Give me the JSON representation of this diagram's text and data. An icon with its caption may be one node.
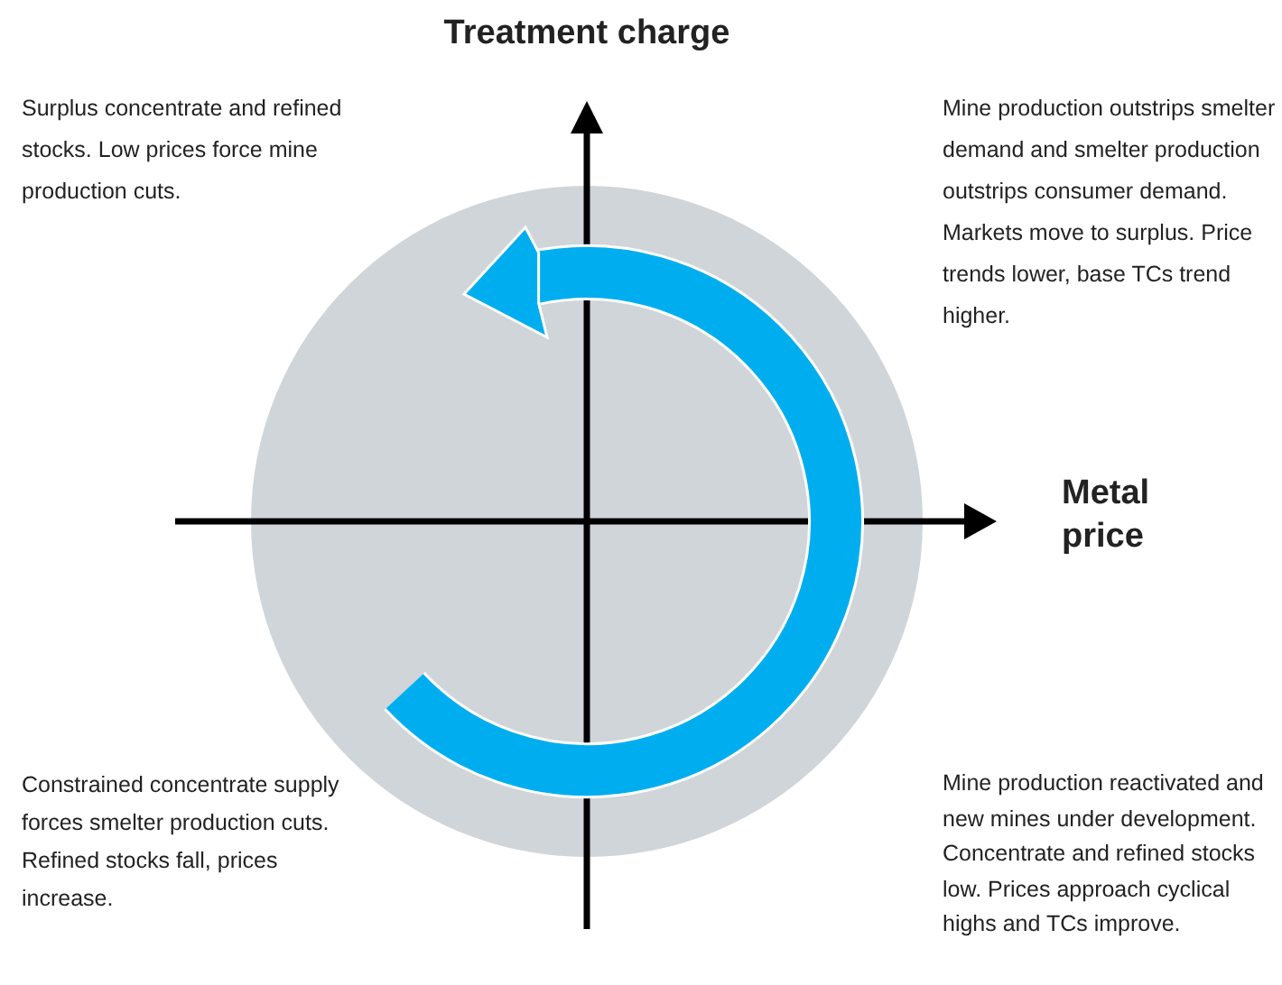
{
  "diagram": {
    "labels": [
      "Treatment charge",
      "Surplus concentrate and refined stocks. Low prices force mine production cuts.",
      "Mine production outstrips smelter demand and smelter production outstrips consumer demand. Markets move to surplus. Price trends lower, base TCs trend higher.",
      "Metal price",
      "Constrained concentrate supply forces smelter production cuts. Refined stocks fall, prices increase.",
      "Mine production reactivated and new mines under development. Concentrate and refined stocks low. Prices approach cyclical highs and TCs improve."
    ]
  }
}
